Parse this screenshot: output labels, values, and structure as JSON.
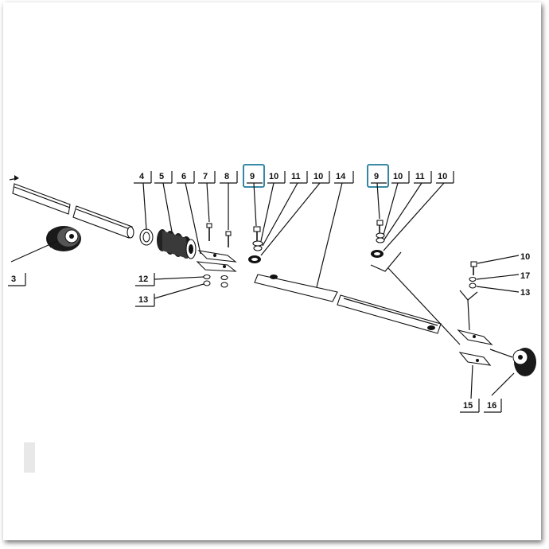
{
  "diagram": {
    "callouts": [
      {
        "id": "c4",
        "text": "4"
      },
      {
        "id": "c5",
        "text": "5"
      },
      {
        "id": "c6",
        "text": "6"
      },
      {
        "id": "c7",
        "text": "7"
      },
      {
        "id": "c8",
        "text": "8"
      },
      {
        "id": "c9a",
        "text": "9"
      },
      {
        "id": "c10a",
        "text": "10"
      },
      {
        "id": "c11a",
        "text": "11"
      },
      {
        "id": "c10b",
        "text": "10"
      },
      {
        "id": "c14",
        "text": "14"
      },
      {
        "id": "c9b",
        "text": "9"
      },
      {
        "id": "c10c",
        "text": "10"
      },
      {
        "id": "c11b",
        "text": "11"
      },
      {
        "id": "c10d",
        "text": "10"
      },
      {
        "id": "c12",
        "text": "12"
      },
      {
        "id": "c13",
        "text": "13"
      },
      {
        "id": "c3",
        "text": "3"
      },
      {
        "id": "c10e",
        "text": "10"
      },
      {
        "id": "c17",
        "text": "17"
      },
      {
        "id": "c13b",
        "text": "13"
      },
      {
        "id": "c15",
        "text": "15"
      },
      {
        "id": "c16",
        "text": "16"
      }
    ],
    "highlight_color": "#1f7a9a"
  }
}
